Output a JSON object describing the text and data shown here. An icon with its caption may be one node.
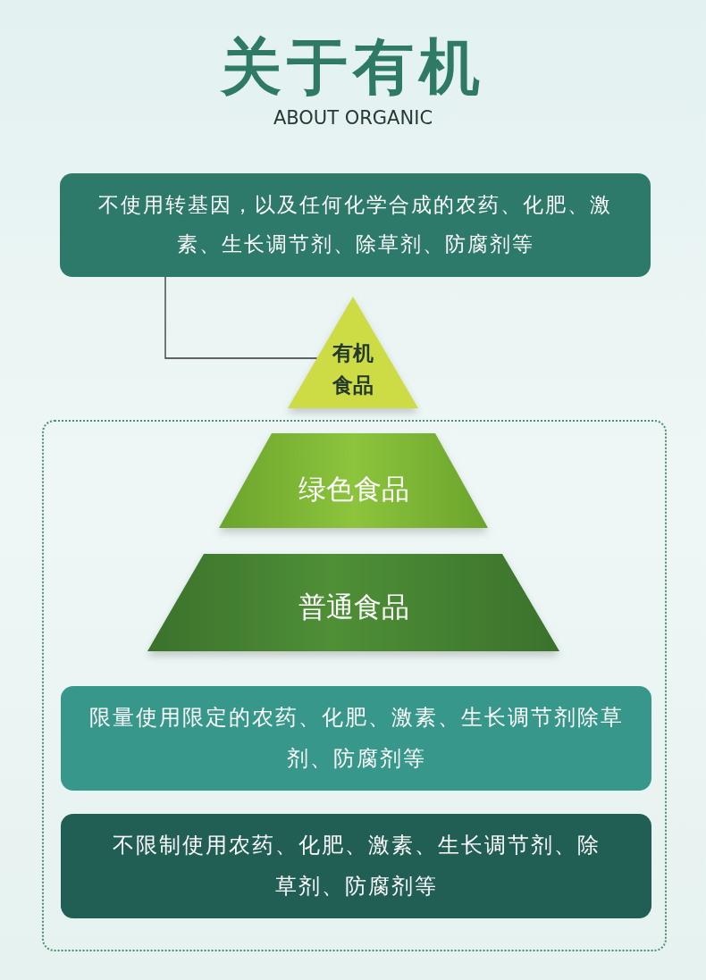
{
  "diagram": {
    "title": "关于有机",
    "nodes": [
      {
        "text": [
          "不使用转基因，以及任何化学合成的农药、化肥、激素、生长调节剂、除草剂、防腐剂等"
        ]
      },
      {
        "text": [
          "有机食品"
        ]
      },
      {
        "text": [],
        "shape": "box"
      },
      {
        "text": [
          "绿色食品"
        ],
        "in": 2
      },
      {
        "text": [
          "普通食品"
        ],
        "in": 2
      },
      {
        "text": [
          "限量使用限定的农药、化肥、激素、生长调节剂除草剂、防腐剂等"
        ],
        "in": 2
      },
      {
        "text": [
          "不限制使用农药、化肥、激素、生长调节剂、除草剂、防腐剂等"
        ],
        "in": 2
      }
    ],
    "edges": [
      {
        "from": 0,
        "to": 1,
        "arrow": "none"
      }
    ],
    "labels": [
      "ABOUT ORGANIC"
    ]
  }
}
